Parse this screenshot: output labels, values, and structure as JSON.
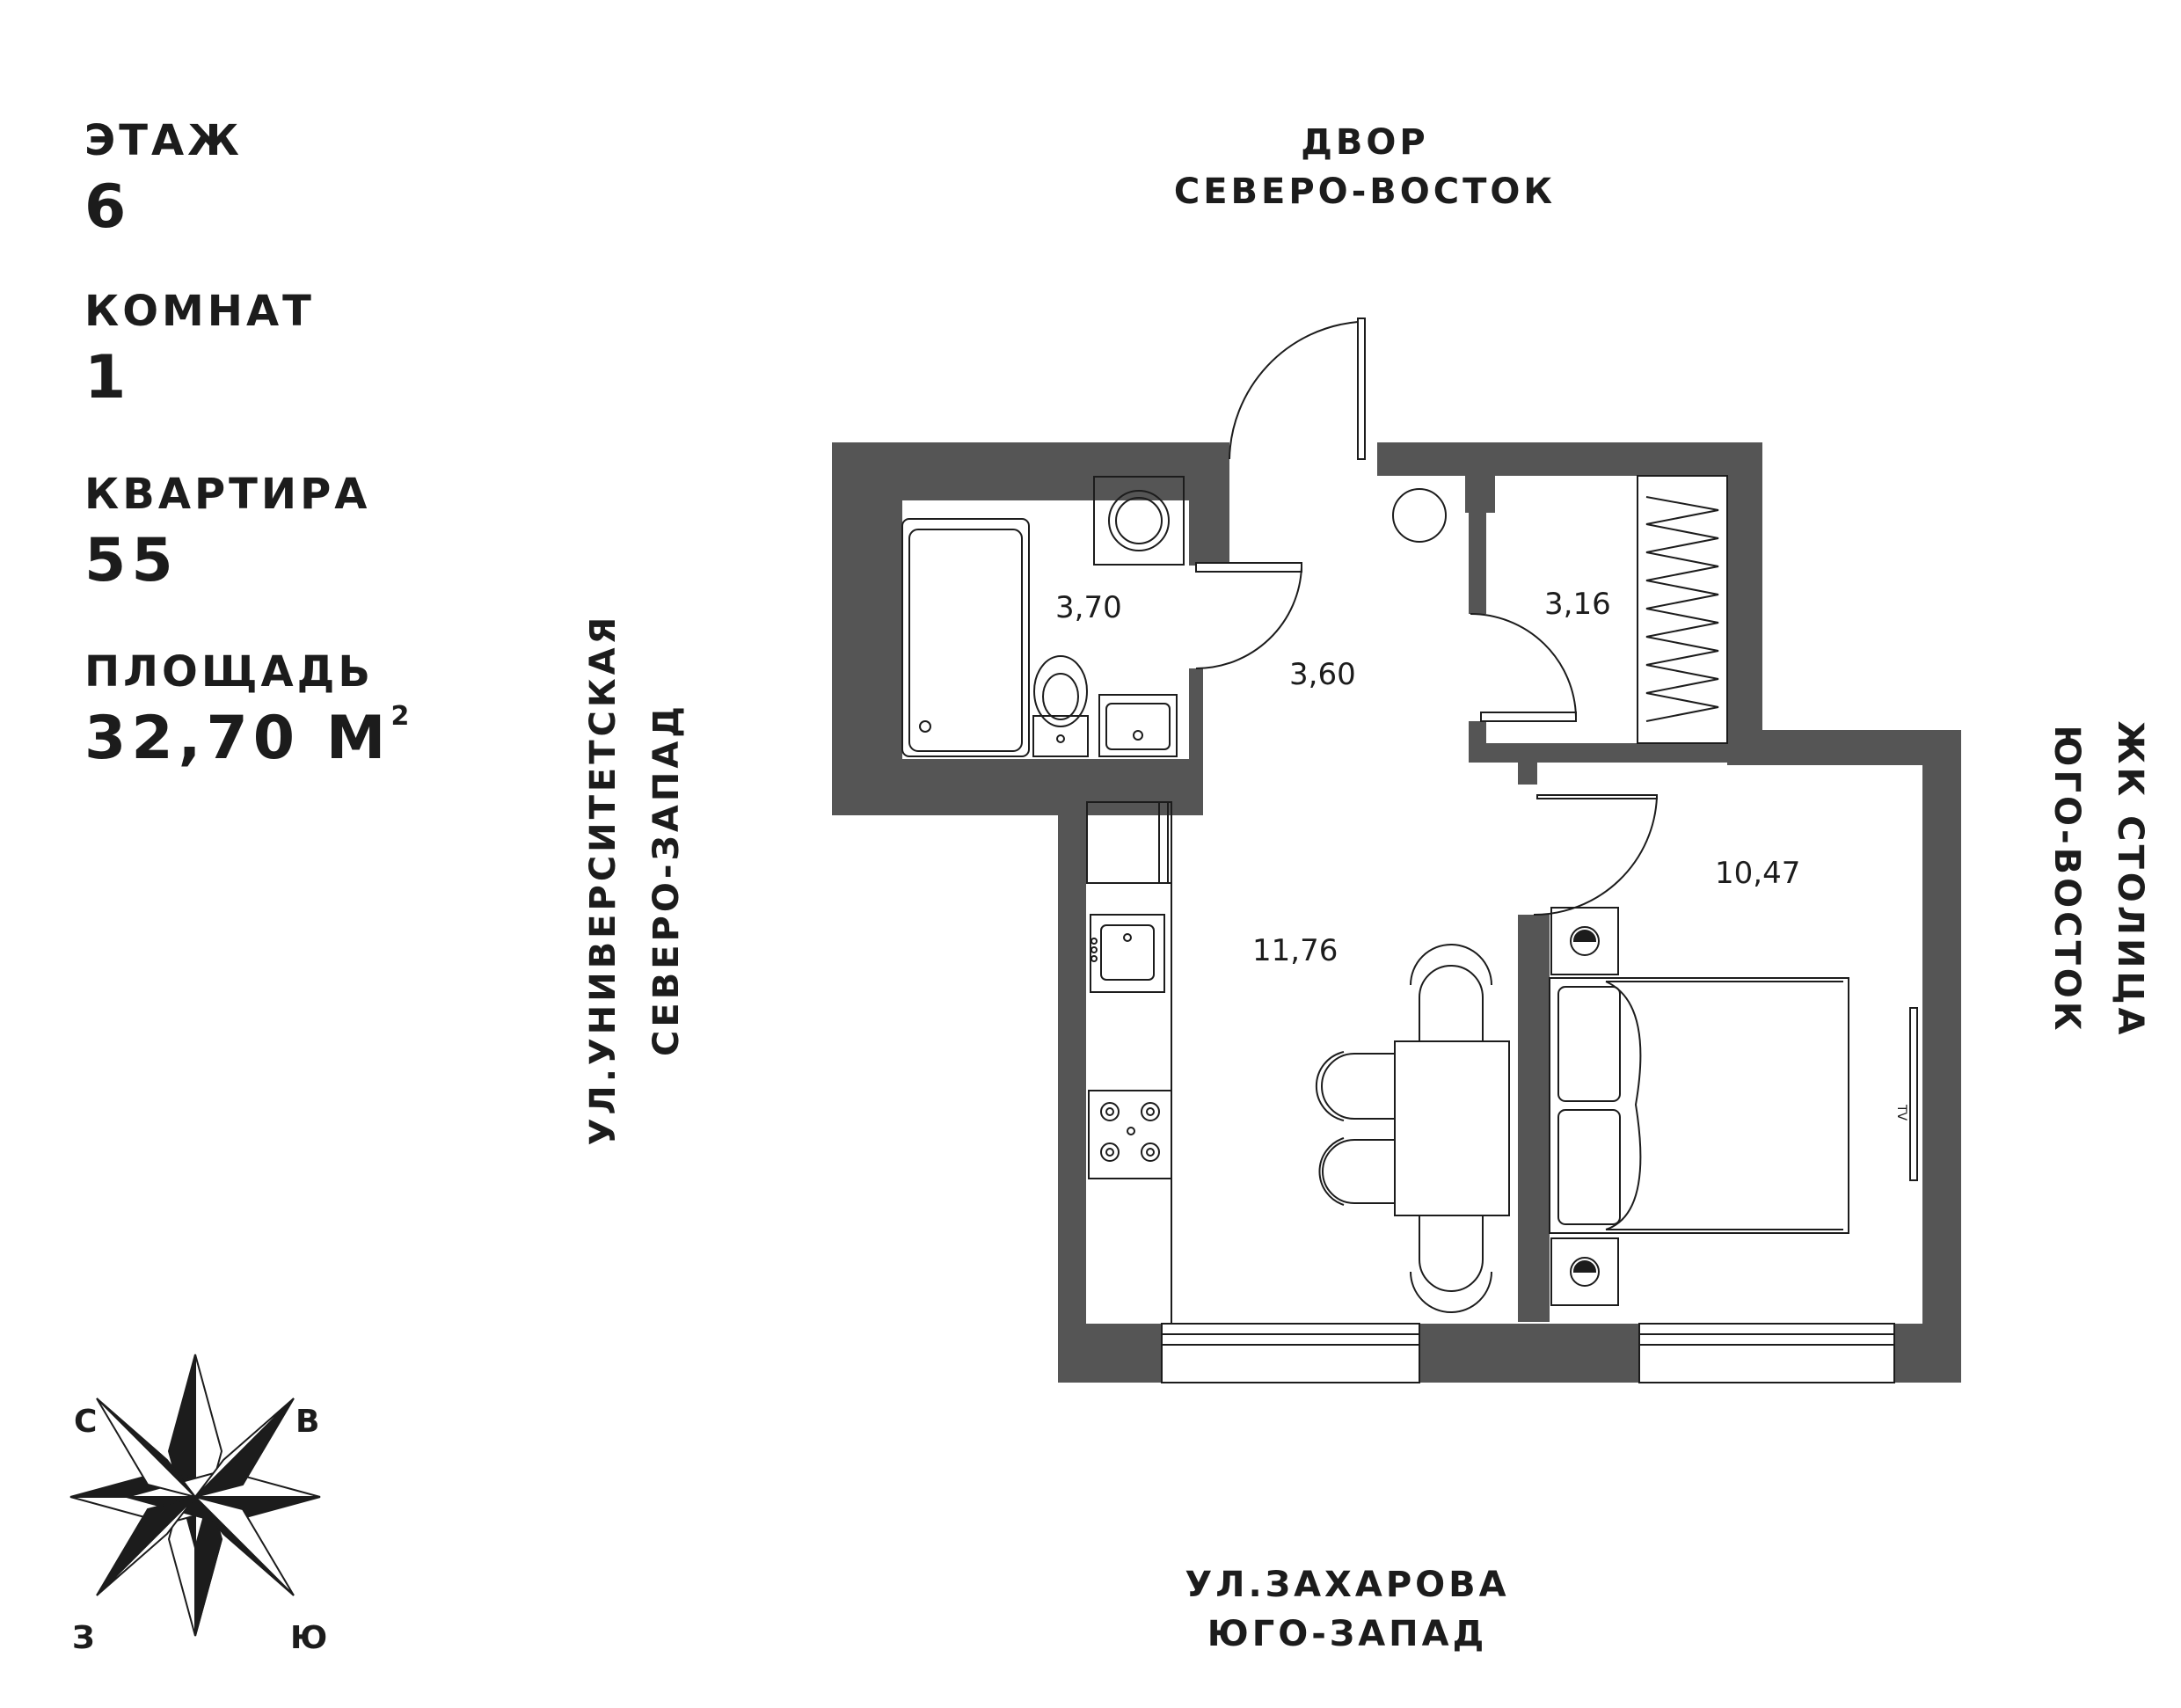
{
  "info": {
    "floor_label": "ЭТАЖ",
    "floor_value": "6",
    "rooms_label": "КОМНАТ",
    "rooms_value": "1",
    "apartment_label": "КВАРТИРА",
    "apartment_value": "55",
    "area_label": "ПЛОЩАДЬ",
    "area_value": "32,70 М",
    "area_unit_sup": "2"
  },
  "directions": {
    "top_line1": "ДВОР",
    "top_line2": "СЕВЕРО-ВОСТОК",
    "left_line1": "УЛ.УНИВЕРСИТЕТСКАЯ",
    "left_line2": "СЕВЕРО-ЗАПАД",
    "right_line1": "ЖК СТОЛИЦА",
    "right_line2": "ЮГО-ВОСТОК",
    "bottom_line1": "УЛ.ЗАХАРОВА",
    "bottom_line2": "ЮГО-ЗАПАД"
  },
  "rooms": {
    "bathroom": "3,70",
    "hallway": "3,60",
    "storage": "3,16",
    "kitchen": "11,76",
    "bedroom": "10,47"
  },
  "tv_label": "TV",
  "compass": {
    "north": "С",
    "east": "В",
    "west": "З",
    "south": "Ю"
  },
  "colors": {
    "wall": "#555555",
    "text": "#1c1c1c"
  }
}
